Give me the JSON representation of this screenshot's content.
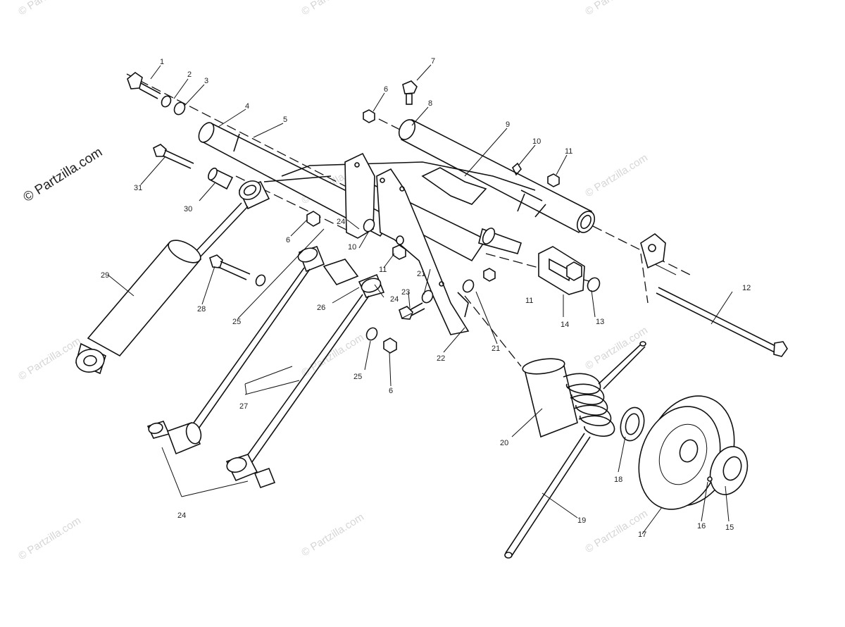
{
  "watermark": "© Partzilla.com",
  "callouts": [
    "1",
    "2",
    "3",
    "4",
    "5",
    "6",
    "7",
    "8",
    "9",
    "10",
    "11",
    "12",
    "13",
    "14",
    "15",
    "16",
    "17",
    "18",
    "19",
    "20",
    "21",
    "22",
    "23",
    "24",
    "25",
    "26",
    "27",
    "28",
    "29",
    "30",
    "31"
  ]
}
